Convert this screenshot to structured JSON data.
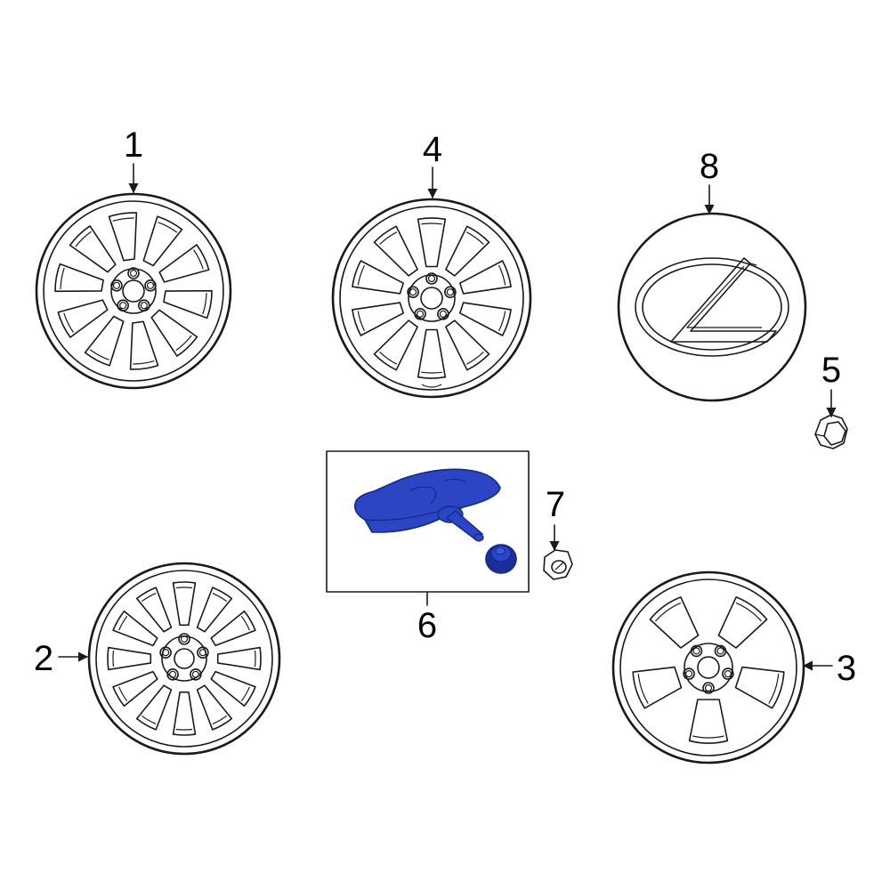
{
  "callouts": {
    "c1": "1",
    "c2": "2",
    "c3": "3",
    "c4": "4",
    "c5": "5",
    "c6": "6",
    "c7": "7",
    "c8": "8"
  },
  "colors": {
    "highlight": "#2b45c4",
    "highlight_dark": "#142a8a",
    "line": "#1a1a1a",
    "background": "#ffffff"
  }
}
